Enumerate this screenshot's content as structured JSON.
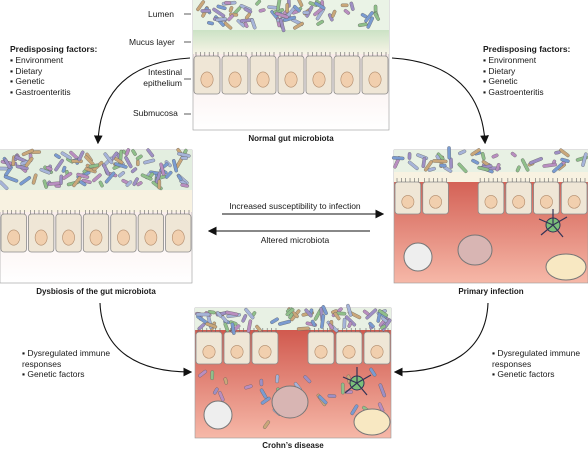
{
  "layers": {
    "lumen": "Lumen",
    "mucus": "Mucus layer",
    "epithelium_line1": "Intestinal",
    "epithelium_line2": "epithelium",
    "submucosa": "Submucosa"
  },
  "predisposing_left": {
    "title": "Predisposing factors:",
    "items": [
      "Environment",
      "Dietary",
      "Genetic",
      "Gastroenteritis"
    ]
  },
  "predisposing_right": {
    "title": "Predisposing factors:",
    "items": [
      "Environment",
      "Dietary",
      "Genetic",
      "Gastroenteritis"
    ]
  },
  "panels": {
    "normal": "Normal gut microbiota",
    "dysbiosis": "Dysbiosis of the gut microbiota",
    "primary": "Primary infection",
    "crohns": "Crohn’s disease"
  },
  "arrows": {
    "to_right": "Increased susceptibility to infection",
    "to_left": "Altered microbiota"
  },
  "immune_left": {
    "items": [
      "Dysregulated immune responses",
      "Genetic factors"
    ]
  },
  "immune_right": {
    "items": [
      "Dysregulated immune responses",
      "Genetic factors"
    ]
  },
  "colors": {
    "mucus": "#cfe3c9",
    "epithelium": "#efe6d6",
    "cell_border": "#8a8a8a",
    "nucleus": "#f1cfae",
    "submucosa_healthy": "#f6dcd9",
    "submucosa_inflamed": "#d9544a"
  }
}
